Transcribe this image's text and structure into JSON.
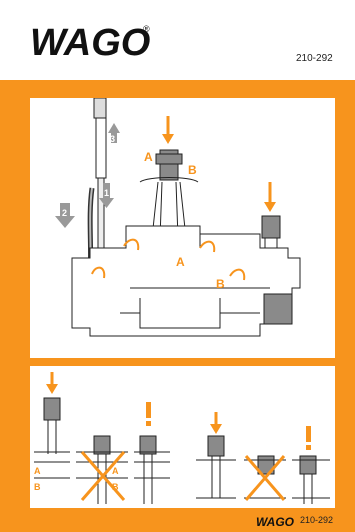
{
  "header": {
    "brand": "WAGO",
    "registered_mark": "®",
    "doc_code": "210-292"
  },
  "panel1": {
    "step_1": "1",
    "step_2": "2",
    "step_3": "3",
    "label_a_top": "A",
    "label_b_top": "B",
    "label_a_mid": "A",
    "label_b_mid": "B"
  },
  "panel2": {
    "label_a1": "A",
    "label_b1": "B",
    "label_a2": "A",
    "label_b2": "B"
  },
  "footer": {
    "brand": "WAGO",
    "doc_code": "210-292"
  },
  "colors": {
    "accent_orange": "#f7941d",
    "part_gray": "#8a8a8a",
    "outline": "#222222"
  }
}
